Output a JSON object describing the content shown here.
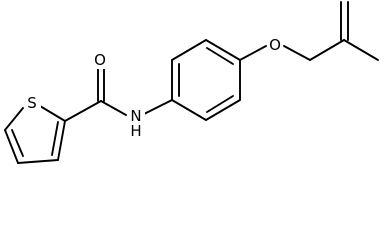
{
  "molecule": {
    "atoms": {
      "sulfur": "S",
      "oxygen_carbonyl": "O",
      "nitrogen_amide": "N",
      "hydrogen_amide": "H",
      "oxygen_ether": "O"
    }
  }
}
